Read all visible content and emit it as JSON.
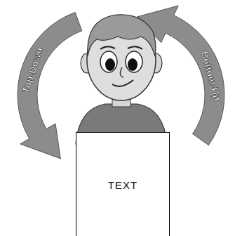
{
  "diagram": {
    "nodes": [
      {
        "text": [
          "TEXT"
        ]
      }
    ],
    "labels": [
      "Top-Down",
      "Bottom-Up"
    ]
  }
}
